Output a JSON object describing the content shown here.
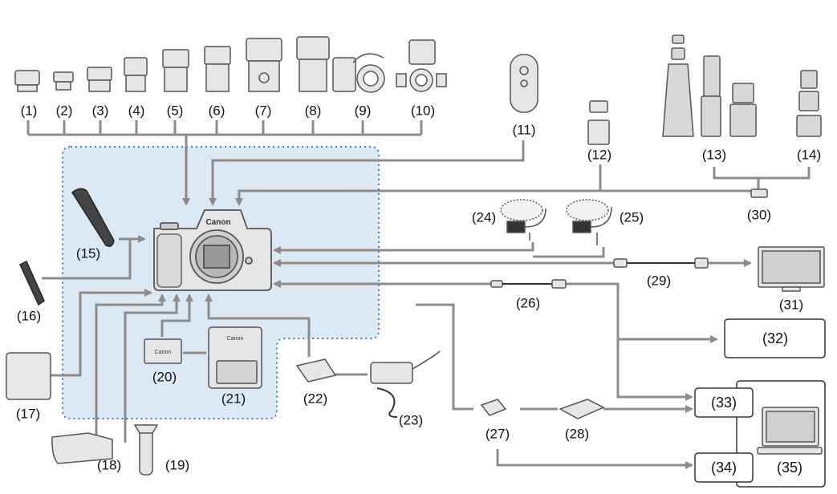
{
  "labels": {
    "n1": "(1)",
    "n2": "(2)",
    "n3": "(3)",
    "n4": "(4)",
    "n5": "(5)",
    "n6": "(6)",
    "n7": "(7)",
    "n8": "(8)",
    "n9": "(9)",
    "n10": "(10)",
    "n11": "(11)",
    "n12": "(12)",
    "n13": "(13)",
    "n14": "(14)",
    "n15": "(15)",
    "n16": "(16)",
    "n17": "(17)",
    "n18": "(18)",
    "n19": "(19)",
    "n20": "(20)",
    "n21": "(21)",
    "n22": "(22)",
    "n23": "(23)",
    "n24": "(24)",
    "n25": "(25)",
    "n26": "(26)",
    "n27": "(27)",
    "n28": "(28)",
    "n29": "(29)",
    "n30": "(30)",
    "n31": "(31)",
    "n32": "(32)",
    "n33": "(33)",
    "n34": "(34)",
    "n35": "(35)"
  },
  "brand": {
    "camera": "Canon",
    "battery": "Canon",
    "charger": "Canon"
  },
  "colors": {
    "zone_fill": "#dbe9f4",
    "zone_border": "#3a7fc0",
    "connector": "#8c8c8c",
    "device": "#e6e6e6",
    "device_outline": "#555555"
  }
}
